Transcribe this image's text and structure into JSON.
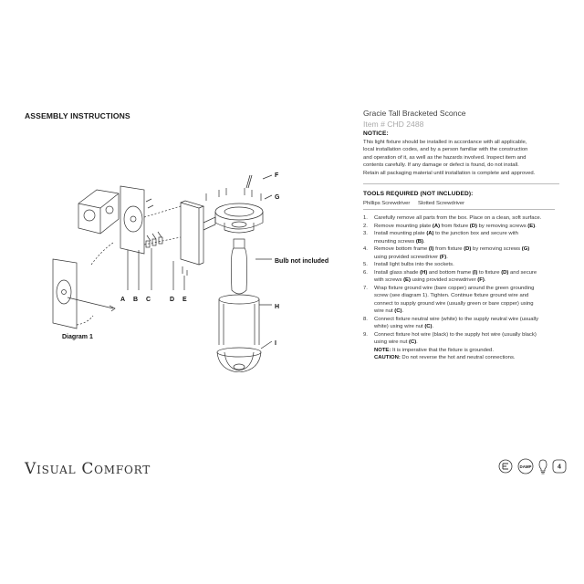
{
  "header": {
    "title": "ASSEMBLY INSTRUCTIONS"
  },
  "product": {
    "name": "Gracie Tall Bracketed Sconce",
    "item": "Item # CHD 2488"
  },
  "notice": {
    "heading": "NOTICE:",
    "lines": [
      "This light fixture should be installed in accordance with all applicable,",
      "local installation codes, and by a person familiar with the construction",
      "and operation of it, as well as the hazards involved. Inspect item and",
      "contents carefully. If any damage or defect is found, do not install.",
      "Retain all packaging material until installation is complete and approved."
    ]
  },
  "tools": {
    "heading": "TOOLS REQUIRED (NOT INCLUDED):",
    "items": [
      "Phillips Screwdriver",
      "Slotted Screwdriver"
    ]
  },
  "steps": [
    {
      "n": "1.",
      "lines": [
        "Carefully remove all parts from the box. Place on a clean, soft surface."
      ]
    },
    {
      "n": "2.",
      "lines": [
        "Remove mounting plate {A} from fixture {D} by removing screws {E}."
      ]
    },
    {
      "n": "3.",
      "lines": [
        "Install mounting plate {A} to the junction box and secure with",
        "mounting screws {B}."
      ]
    },
    {
      "n": "4.",
      "lines": [
        "Remove bottom frame {I} from fixture {D} by removing screws {G}",
        "using provided screwdriver {F}."
      ]
    },
    {
      "n": "5.",
      "lines": [
        "Install light bulbs into the sockets."
      ]
    },
    {
      "n": "6.",
      "lines": [
        "Install glass shade {H} and bottom frame {I} to fixture {D} and secure",
        "with screws {E} using provided screwdriver {F}."
      ]
    },
    {
      "n": "7.",
      "lines": [
        "Wrap fixture ground wire (bare copper) around the green grounding",
        "screw (see diagram 1). Tighten. Continue fixture ground wire and",
        "connect to supply ground wire (usually green or bare copper) using",
        "wire nut {C}."
      ]
    },
    {
      "n": "8.",
      "lines": [
        "Connect fixture neutral wire (white) to the supply neutral wire (usually",
        "white) using wire nut {C}."
      ]
    },
    {
      "n": "9.",
      "lines": [
        "Connect fixture hot wire (black) to the supply hot wire (usually black)",
        "using wire nut {C}."
      ]
    }
  ],
  "notes": {
    "note_label": "NOTE:",
    "note_text": " It is imperative that the fixture is grounded.",
    "caution_label": "CAUTION:",
    "caution_text": " Do not reverse the hot and neutral connections."
  },
  "diagram": {
    "callouts": [
      "A",
      "B",
      "C",
      "D",
      "E",
      "F",
      "G",
      "H",
      "I"
    ],
    "bulb_label": "Bulb not included",
    "inset_label": "Diagram 1"
  },
  "brand": {
    "v": "V",
    "isual": "ISUAL",
    "c": "C",
    "omfort": "OMFORT"
  },
  "certs": {
    "damp": "DAMP",
    "count": "4"
  }
}
